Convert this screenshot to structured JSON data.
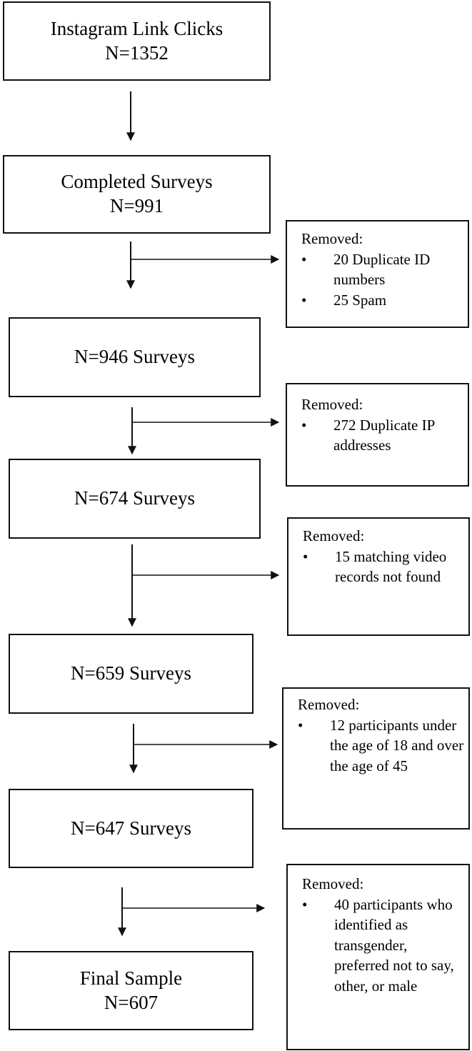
{
  "stages": [
    {
      "line1": "Instagram Link Clicks",
      "line2": "N=1352"
    },
    {
      "line1": "Completed Surveys",
      "line2": "N=991"
    },
    {
      "line1": "N=946 Surveys",
      "line2": ""
    },
    {
      "line1": "N=674 Surveys",
      "line2": ""
    },
    {
      "line1": "N=659 Surveys",
      "line2": ""
    },
    {
      "line1": "N=647 Surveys",
      "line2": ""
    },
    {
      "line1": "Final Sample",
      "line2": "N=607"
    }
  ],
  "removals": [
    {
      "heading": "Removed:",
      "items": [
        "20 Duplicate ID numbers",
        "25 Spam"
      ]
    },
    {
      "heading": "Removed:",
      "items": [
        "272 Duplicate IP addresses"
      ]
    },
    {
      "heading": "Removed:",
      "items": [
        "15 matching video records not found"
      ]
    },
    {
      "heading": "Removed:",
      "items": [
        "12 participants under the age of 18 and over the age of 45"
      ]
    },
    {
      "heading": "Removed:",
      "items": [
        "40 participants who identified as transgender, preferred not to say, other, or male"
      ]
    }
  ]
}
